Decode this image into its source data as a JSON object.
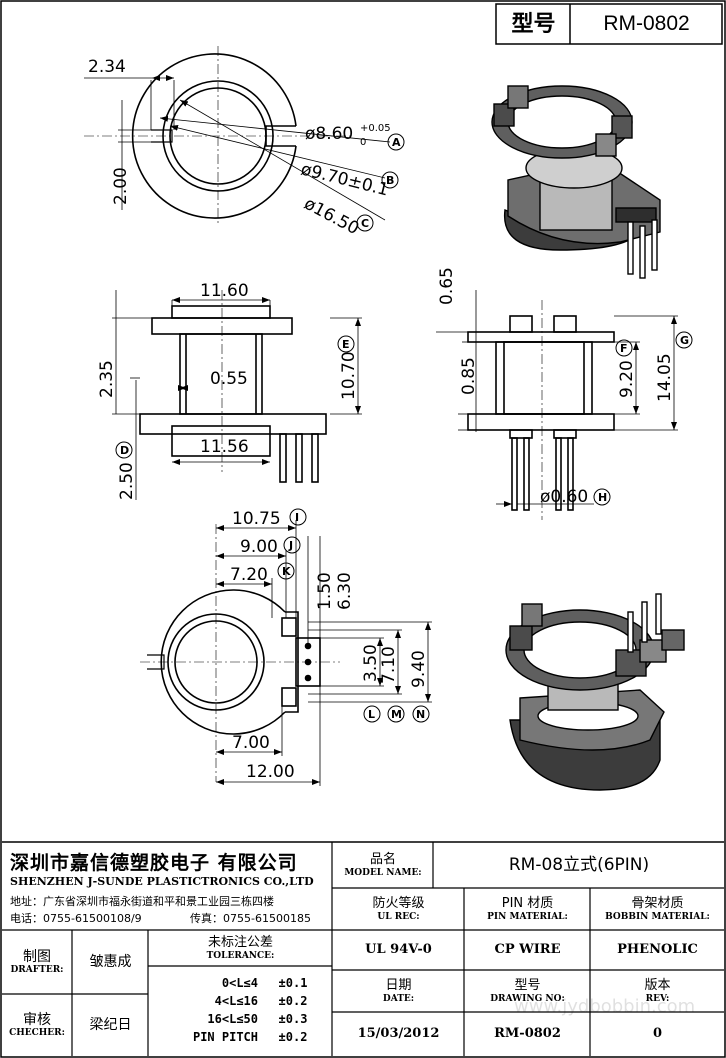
{
  "header": {
    "model_label": "型号",
    "model_value": "RM-0802"
  },
  "dims": {
    "d234": "2.34",
    "d200": "2.00",
    "d860": "ø8.60",
    "d860_tol_up": "+0.05",
    "d860_tol_dn": "0",
    "d970": "ø9.70±0.1",
    "d1650": "ø16.50",
    "d1160": "11.60",
    "d055": "0.55",
    "d1156": "11.56",
    "d235": "2.35",
    "d250": "2.50",
    "d1070": "10.70",
    "d065": "0.65",
    "d085": "0.85",
    "d920": "9.20",
    "d1405": "14.05",
    "d060": "ø0.60",
    "d1075": "10.75",
    "d900": "9.00",
    "d720": "7.20",
    "d150": "1.50",
    "d630": "6.30",
    "d350": "3.50",
    "d710": "7.10",
    "d940": "9.40",
    "d700": "7.00",
    "d1200": "12.00"
  },
  "markers": {
    "A": "A",
    "B": "B",
    "C": "C",
    "D": "D",
    "E": "E",
    "F": "F",
    "G": "G",
    "H": "H",
    "I": "I",
    "J": "J",
    "K": "K",
    "L": "L",
    "M": "M",
    "N": "N"
  },
  "company": {
    "name_cn": "深圳市嘉信德塑胶电子 有限公司",
    "name_en": "SHENZHEN J-SUNDE PLASTICTRONICS CO.,LTD",
    "address": "地址：广东省深圳市福永街道和平和景工业园三栋四楼",
    "phone": "电话：0755-61500108/9",
    "fax": "传真：0755-61500185"
  },
  "title_block": {
    "model_name_cn": "品名",
    "model_name_en": "MODEL NAME:",
    "model_name_value": "RM-08立式(6PIN)",
    "ul_cn": "防火等级",
    "ul_en": "UL REC:",
    "pin_cn": "PIN 材质",
    "pin_en": "PIN MATERIAL:",
    "bobbin_cn": "骨架材质",
    "bobbin_en": "BOBBIN MATERIAL:",
    "ul_value": "UL 94V-0",
    "pin_value": "CP WIRE",
    "bobbin_value": "PHENOLIC",
    "date_cn": "日期",
    "date_en": "DATE:",
    "date_value": "15/03/2012",
    "drawing_cn": "型号",
    "drawing_en": "DRAWING NO:",
    "drawing_value": "RM-0802",
    "rev_cn": "版本",
    "rev_en": "REV:",
    "rev_value": "0"
  },
  "signoff": {
    "drafter_cn": "制图",
    "drafter_en": "DRAFTER:",
    "drafter_name": "皱惠成",
    "checker_cn": "审核",
    "checker_en": "CHECHER:",
    "checker_name": "梁纪日"
  },
  "tolerance": {
    "title_cn": "未标注公差",
    "title_en": "TOLERANCE:",
    "rows": [
      {
        "range": "0<L≤4",
        "value": "±0.1"
      },
      {
        "range": "4<L≤16",
        "value": "±0.2"
      },
      {
        "range": "16<L≤50",
        "value": "±0.3"
      },
      {
        "range": "PIN PITCH",
        "value": "±0.2"
      }
    ]
  },
  "watermark": "www.jydbobbin.com"
}
